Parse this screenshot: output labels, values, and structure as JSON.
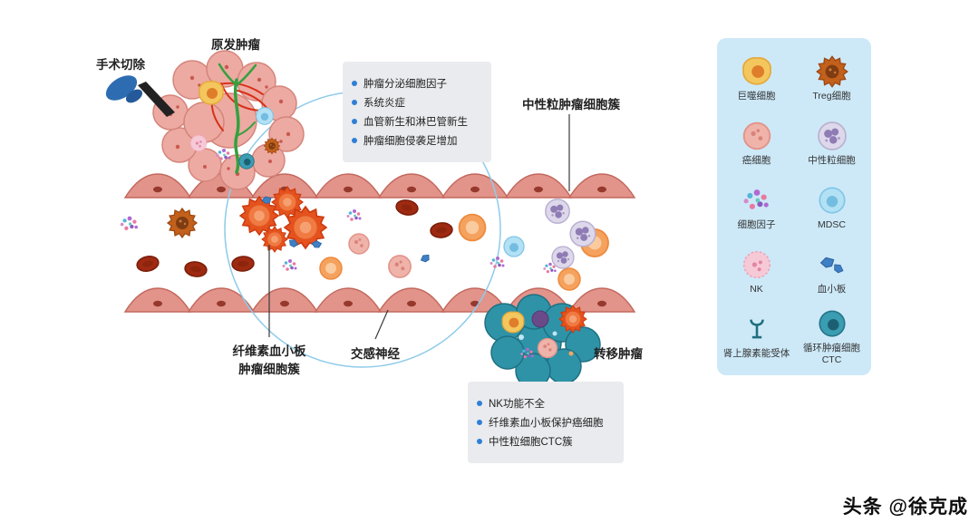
{
  "diagram": {
    "labels": {
      "surgical_resection": "手术切除",
      "primary_tumor": "原发肿瘤",
      "neutrophil_tumor_cluster": "中性粒肿瘤细胞簇",
      "fibrin_platelet_line1": "纤维素血小板",
      "fibrin_platelet_line2": "肿瘤细胞簇",
      "sympathetic_nerve": "交感神经",
      "metastatic_tumor": "转移肿瘤"
    },
    "info_box_top": {
      "items": [
        "肿瘤分泌细胞因子",
        "系统炎症",
        "血管新生和淋巴管新生",
        "肿瘤细胞侵袭足增加"
      ]
    },
    "info_box_bottom": {
      "items": [
        "NK功能不全",
        "纤维素血小板保护癌细胞",
        "中性粒细胞CTC簇"
      ]
    }
  },
  "legend": {
    "items": [
      {
        "icon": "macrophage-icon",
        "label": "巨噬细胞"
      },
      {
        "icon": "treg-cell-icon",
        "label": "Treg细胞"
      },
      {
        "icon": "cancer-cell-icon",
        "label": "癌细胞"
      },
      {
        "icon": "neutrophil-icon",
        "label": "中性粒细胞"
      },
      {
        "icon": "cytokines-icon",
        "label": "细胞因子"
      },
      {
        "icon": "mdsc-icon",
        "label": "MDSC"
      },
      {
        "icon": "nk-cell-icon",
        "label": "NK"
      },
      {
        "icon": "platelet-icon",
        "label": "血小板"
      },
      {
        "icon": "adrenergic-receptor-icon",
        "label": "肾上腺素能受体"
      },
      {
        "icon": "ctc-icon",
        "label": "循环肿瘤细胞CTC"
      }
    ]
  },
  "watermark": "头条 @徐克成",
  "colors": {
    "legend_bg": "#cde9f8",
    "info_box_bg": "#e9ebee",
    "bullet_blue": "#2f7fd6",
    "vessel_cell_pink": "#e2948b",
    "primary_tumor_pink": "#ecaaa2",
    "metastasis_teal": "#2f93a8",
    "circle_blue": "#8fcbe9",
    "rbc_dark_red": "#9e2a12",
    "orange_cluster": "#e4521e"
  }
}
